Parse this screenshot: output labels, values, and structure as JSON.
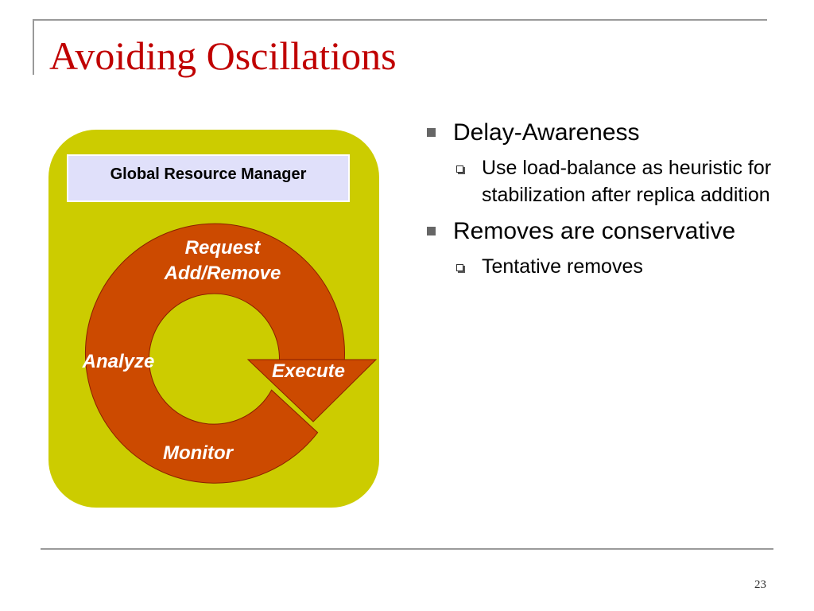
{
  "slide": {
    "title": "Avoiding Oscillations",
    "page_number": "23"
  },
  "diagram": {
    "manager_label": "Global Resource Manager",
    "cycle_labels": {
      "request": "Request\nAdd/Remove",
      "analyze": "Analyze",
      "execute": "Execute",
      "monitor": "Monitor"
    },
    "colors": {
      "panel": "#cccc00",
      "manager_fill": "#e0e0fa",
      "cycle_fill": "#cc4a00",
      "cycle_stroke": "#8a1f00",
      "label_text": "#ffffff"
    }
  },
  "bullets": [
    {
      "text": "Delay-Awareness",
      "sub": [
        "Use load-balance as heuristic for stabilization after replica addition"
      ]
    },
    {
      "text": "Removes are conservative",
      "sub": [
        "Tentative removes"
      ]
    }
  ]
}
